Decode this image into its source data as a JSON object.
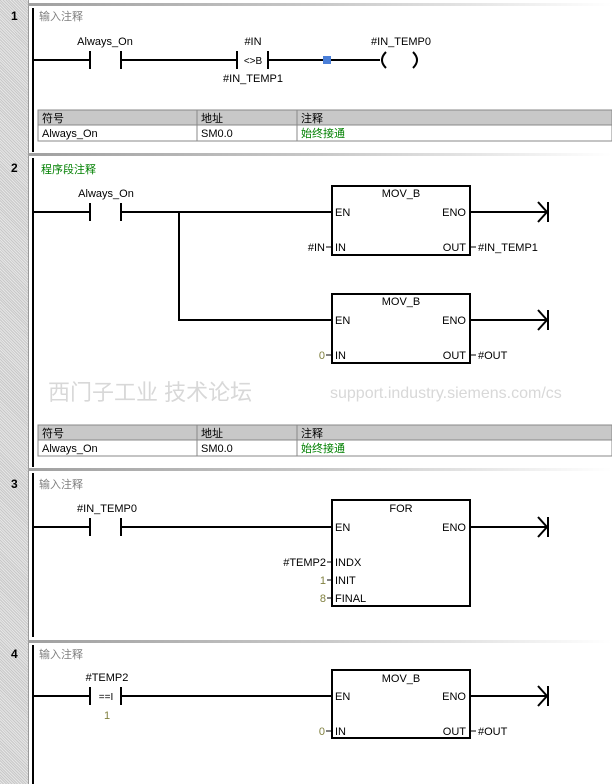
{
  "watermark": {
    "line1": "西门子工业  技术论坛",
    "line2": "support.industry.siemens.com/cs"
  },
  "networks": [
    {
      "number": "1",
      "comment": "输入注释",
      "contact1": "Always_On",
      "compare": {
        "top": "#IN",
        "op": "<>B",
        "bottom": "#IN_TEMP1"
      },
      "coil": "#IN_TEMP0",
      "table": {
        "headers": [
          "符号",
          "地址",
          "注释"
        ],
        "row": [
          "Always_On",
          "SM0.0",
          "始终接通"
        ]
      }
    },
    {
      "number": "2",
      "comment": "程序段注释",
      "contact1": "Always_On",
      "box1": {
        "title": "MOV_B",
        "en": "EN",
        "eno": "ENO",
        "in": "IN",
        "out": "OUT",
        "in_val": "#IN",
        "out_val": "#IN_TEMP1"
      },
      "box2": {
        "title": "MOV_B",
        "en": "EN",
        "eno": "ENO",
        "in": "IN",
        "out": "OUT",
        "in_val": "0",
        "out_val": "#OUT"
      },
      "table": {
        "headers": [
          "符号",
          "地址",
          "注释"
        ],
        "row": [
          "Always_On",
          "SM0.0",
          "始终接通"
        ]
      }
    },
    {
      "number": "3",
      "comment": "输入注释",
      "contact1": "#IN_TEMP0",
      "box": {
        "title": "FOR",
        "en": "EN",
        "eno": "ENO",
        "indx": "INDX",
        "init": "INIT",
        "final": "FINAL",
        "indx_val": "#TEMP2",
        "init_val": "1",
        "final_val": "8"
      }
    },
    {
      "number": "4",
      "comment": "输入注释",
      "compare": {
        "top": "#TEMP2",
        "op": "==I",
        "bottom": "1"
      },
      "box": {
        "title": "MOV_B",
        "en": "EN",
        "eno": "ENO",
        "in": "IN",
        "out": "OUT",
        "in_val": "0",
        "out_val": "#OUT"
      }
    }
  ]
}
